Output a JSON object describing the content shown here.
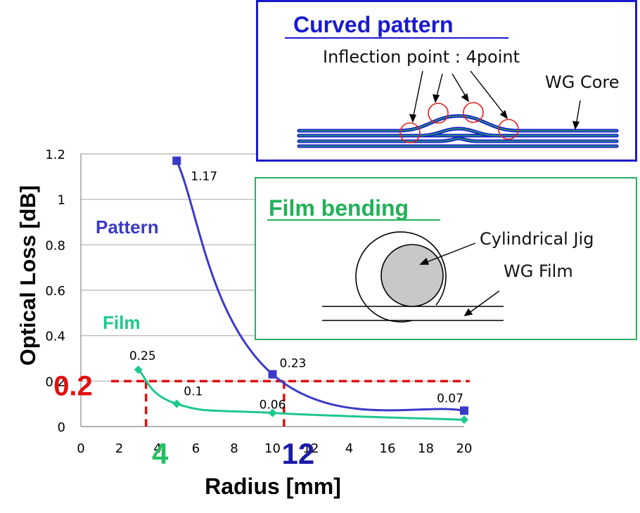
{
  "chart_data": {
    "type": "line",
    "xlabel": "Radius [mm]",
    "ylabel": "Optical Loss [dB]",
    "xlim": [
      0,
      20
    ],
    "ylim": [
      0,
      1.2
    ],
    "x_ticks": [
      "0",
      "2",
      "4",
      "6",
      "8",
      "10",
      "12",
      "4",
      "16",
      "18",
      "20"
    ],
    "y_ticks": [
      "0",
      "0.2",
      "0.4",
      "0.6",
      "0.8",
      "1",
      "1.2"
    ],
    "grid": "horizontal",
    "series": [
      {
        "name": "Pattern",
        "color": "#3a3ac8",
        "marker": "square",
        "points": [
          {
            "x": 5,
            "y": 1.17,
            "label": "1.17"
          },
          {
            "x": 10,
            "y": 0.23,
            "label": "0.23"
          },
          {
            "x": 20,
            "y": 0.07,
            "label": "0.07"
          }
        ]
      },
      {
        "name": "Film",
        "color": "#1ec88a",
        "marker": "diamond",
        "points": [
          {
            "x": 3,
            "y": 0.25,
            "label": "0.25"
          },
          {
            "x": 5,
            "y": 0.1,
            "label": "0.1"
          },
          {
            "x": 10,
            "y": 0.06,
            "label": "0.06"
          },
          {
            "x": 20,
            "y": 0.03,
            "label": ""
          }
        ]
      }
    ],
    "threshold": {
      "y": 0.2,
      "label": "0.2",
      "color": "#e01010"
    },
    "crossings": [
      {
        "x": 3.4,
        "label": "4",
        "color": "#22c060"
      },
      {
        "x": 10.6,
        "label": "12",
        "color": "#1a1aa8"
      }
    ]
  },
  "insets": {
    "curved": {
      "title": "Curved pattern",
      "inflection_label": "Inflection point : 4point",
      "core_label": "WG Core",
      "colors": {
        "border": "#1a1acc",
        "title": "#1a1ad0",
        "marker": "#e02020"
      }
    },
    "film": {
      "title": "Film bending",
      "jig_label": "Cylindrical Jig",
      "film_label": "WG Film",
      "colors": {
        "border": "#2ab060",
        "title": "#22b058"
      }
    }
  }
}
